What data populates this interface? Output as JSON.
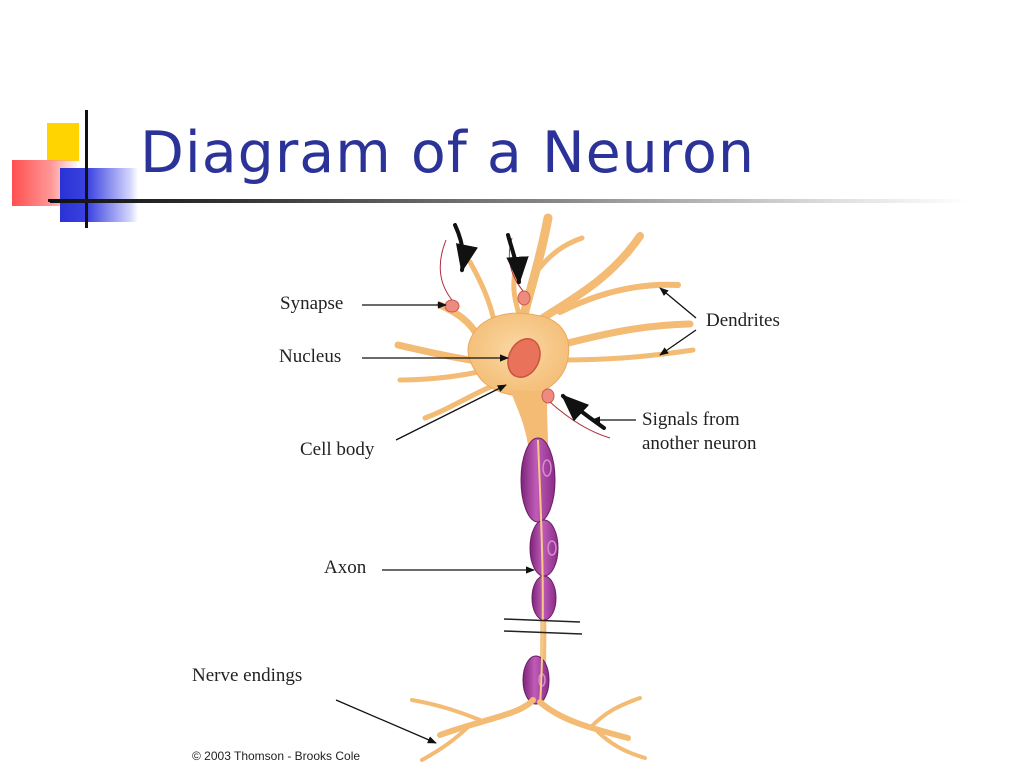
{
  "slide": {
    "title": "Diagram of a Neuron",
    "credit": "© 2003 Thomson - Brooks Cole"
  },
  "labels": {
    "synapse": "Synapse",
    "nucleus": "Nucleus",
    "cell_body": "Cell body",
    "dendrites": "Dendrites",
    "signals_line1": "Signals from",
    "signals_line2": "another neuron",
    "axon": "Axon",
    "nerve_endings": "Nerve endings"
  },
  "colors": {
    "title": "#2b3399",
    "neuron_body": "#f7c98a",
    "myelin": "#a0389a",
    "nucleus": "#e8735a",
    "synapse_knob": "#ef8a80"
  }
}
